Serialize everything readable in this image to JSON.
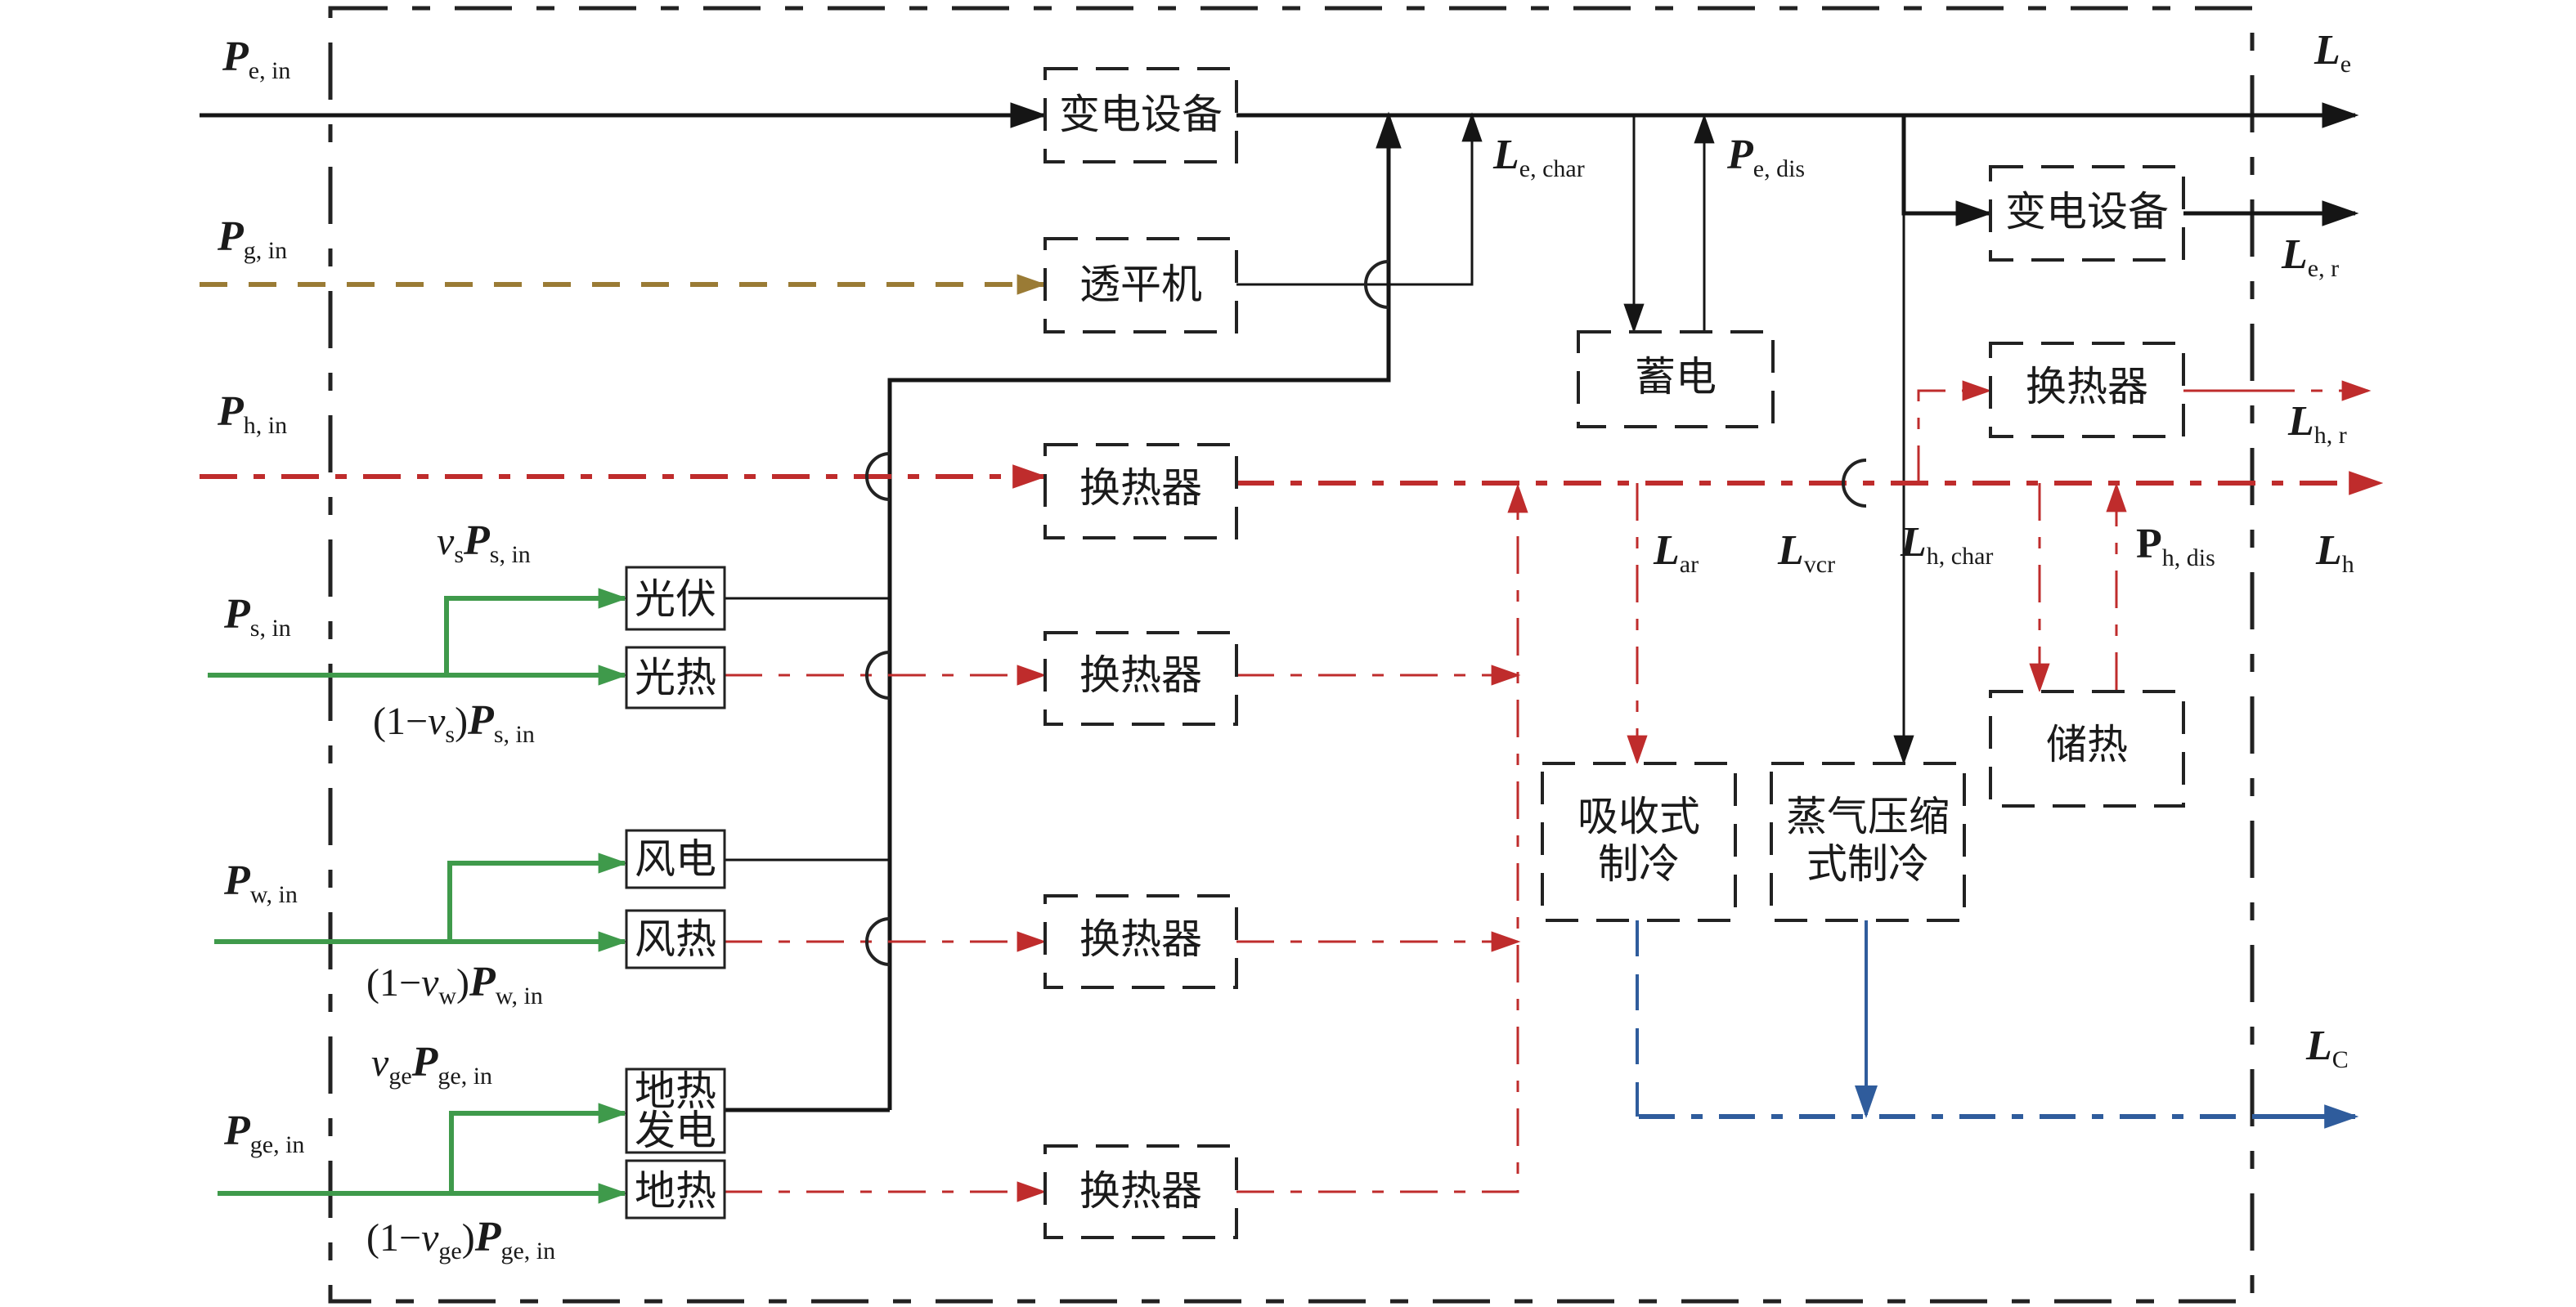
{
  "figure": {
    "type": "integrated energy system flow diagram",
    "colors": {
      "electric": "#151515",
      "gas": "#9a7b35",
      "heat": "#bf2c2c",
      "renewable_input": "#3f9a4b",
      "cooling": "#2f5c9c",
      "boundary": "#222222"
    }
  },
  "inputs": {
    "pe_in": {
      "main": "P",
      "sub": "e, in"
    },
    "pg_in": {
      "main": "P",
      "sub": "g, in"
    },
    "ph_in": {
      "main": "P",
      "sub": "h, in"
    },
    "ps_in": {
      "main": "P",
      "sub": "s, in"
    },
    "pw_in": {
      "main": "P",
      "sub": "w, in"
    },
    "pge_in": {
      "main": "P",
      "sub": "ge, in"
    }
  },
  "splits": {
    "solar_elec": {
      "coef": "v",
      "coef_sub": "s",
      "main": "P",
      "sub": "s, in"
    },
    "solar_heat": {
      "prefix": "(1−",
      "coef": "v",
      "coef_sub": "s",
      "close": ")",
      "main": "P",
      "sub": "s, in"
    },
    "wind_heat": {
      "prefix": "(1−",
      "coef": "v",
      "coef_sub": "w",
      "close": ")",
      "main": "P",
      "sub": "w, in"
    },
    "geo_elec": {
      "coef": "v",
      "coef_sub": "ge",
      "main": "P",
      "sub": "ge, in"
    },
    "geo_heat": {
      "prefix": "(1−",
      "coef": "v",
      "coef_sub": "ge",
      "close": ")",
      "main": "P",
      "sub": "ge, in"
    }
  },
  "devices": {
    "transformer_in": "变电设备",
    "turbine": "透平机",
    "heat_exchanger_1": "换热器",
    "pv": "光伏",
    "solar_thermal": "光热",
    "heat_exchanger_2": "换热器",
    "wind_power": "风电",
    "wind_heat": "风热",
    "heat_exchanger_3": "换热器",
    "geo_power_line1": "地热",
    "geo_power_line2": "发电",
    "geothermal": "地热",
    "heat_exchanger_4": "换热器",
    "battery": "蓄电",
    "transformer_out": "变电设备",
    "heat_exchanger_out": "换热器",
    "heat_storage": "储热",
    "absorption_chiller_line1": "吸收式",
    "absorption_chiller_line2": "制冷",
    "vapor_chiller_line1": "蒸气压缩",
    "vapor_chiller_line2": "式制冷"
  },
  "flows": {
    "le_char": {
      "main": "L",
      "sub": "e, char"
    },
    "pe_dis": {
      "main": "P",
      "sub": "e, dis"
    },
    "l_ar": {
      "main": "L",
      "sub": "ar"
    },
    "l_vcr": {
      "main": "L",
      "sub": "vcr"
    },
    "lh_char": {
      "main": "L",
      "sub": "h, char"
    },
    "ph_dis": {
      "main": "P",
      "sub": "h, dis"
    }
  },
  "outputs": {
    "le": {
      "main": "L",
      "sub": "e"
    },
    "le_r": {
      "main": "L",
      "sub": "e, r"
    },
    "lh_r": {
      "main": "L",
      "sub": "h, r"
    },
    "lh": {
      "main": "L",
      "sub": "h"
    },
    "lc": {
      "main": "L",
      "sub": "C"
    }
  }
}
